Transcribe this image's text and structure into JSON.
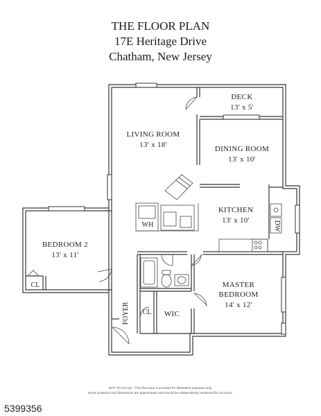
{
  "header": {
    "title": "THE FLOOR PLAN",
    "address_line1": "17E Heritage Drive",
    "address_line2": "Chatham, New Jersey"
  },
  "rooms": {
    "deck": {
      "name": "DECK",
      "dims": "13' x 5'"
    },
    "living_room": {
      "name": "LIVING ROOM",
      "dims": "13' x 18'"
    },
    "dining_room": {
      "name": "DINING ROOM",
      "dims": "13' x 10'"
    },
    "kitchen": {
      "name": "KITCHEN",
      "dims": "13' x 10'"
    },
    "bedroom2": {
      "name": "BEDROOM 2",
      "dims": "13' x 11'"
    },
    "master_bedroom": {
      "name_line1": "MASTER",
      "name_line2": "BEDROOM",
      "dims": "14' x 12'"
    },
    "foyer": {
      "name": "FOYER"
    },
    "wic": {
      "name": "WIC"
    },
    "wh": {
      "name": "WH"
    },
    "dw": {
      "name": "DW"
    },
    "closet_bedroom2": {
      "name": "CL"
    },
    "closet_foyer": {
      "name": "CL"
    }
  },
  "disclaimer": {
    "line1": "NOT TO SCALE - This floor plan is provided for illustration purposes only.",
    "line2": "Room positions and dimensions are approximate and should be independently measured for accuracy."
  },
  "listing_id": "5399356"
}
